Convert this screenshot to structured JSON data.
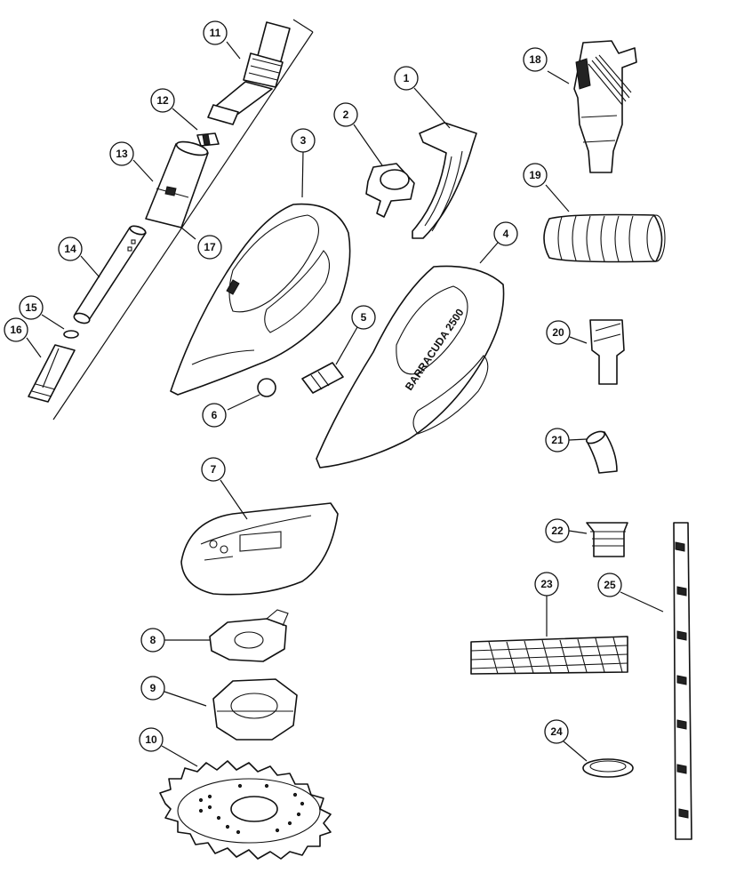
{
  "diagram": {
    "brand_label": "BARRACUDA 2500",
    "callouts": [
      "1",
      "2",
      "3",
      "4",
      "5",
      "6",
      "7",
      "8",
      "9",
      "10",
      "11",
      "12",
      "13",
      "14",
      "15",
      "16",
      "17",
      "18",
      "19",
      "20",
      "21",
      "22",
      "23",
      "24",
      "25"
    ]
  }
}
